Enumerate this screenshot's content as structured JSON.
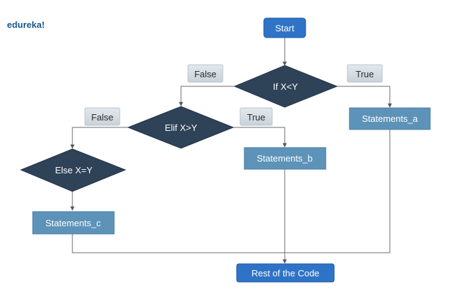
{
  "brand": {
    "logo_text": "edureka!"
  },
  "nodes": {
    "start": "Start",
    "if_condition": "If X<Y",
    "elif_condition": "Elif X>Y",
    "else_condition": "Else X=Y",
    "statements_a": "Statements_a",
    "statements_b": "Statements_b",
    "statements_c": "Statements_c",
    "rest": "Rest of the Code"
  },
  "branch_labels": {
    "if_false": "False",
    "if_true": "True",
    "elif_false": "False",
    "elif_true": "True"
  },
  "colors": {
    "terminal": "#2f73c7",
    "decision": "#2e4258",
    "statement": "#5d93b9",
    "branch_tag": "#d5dde3"
  }
}
